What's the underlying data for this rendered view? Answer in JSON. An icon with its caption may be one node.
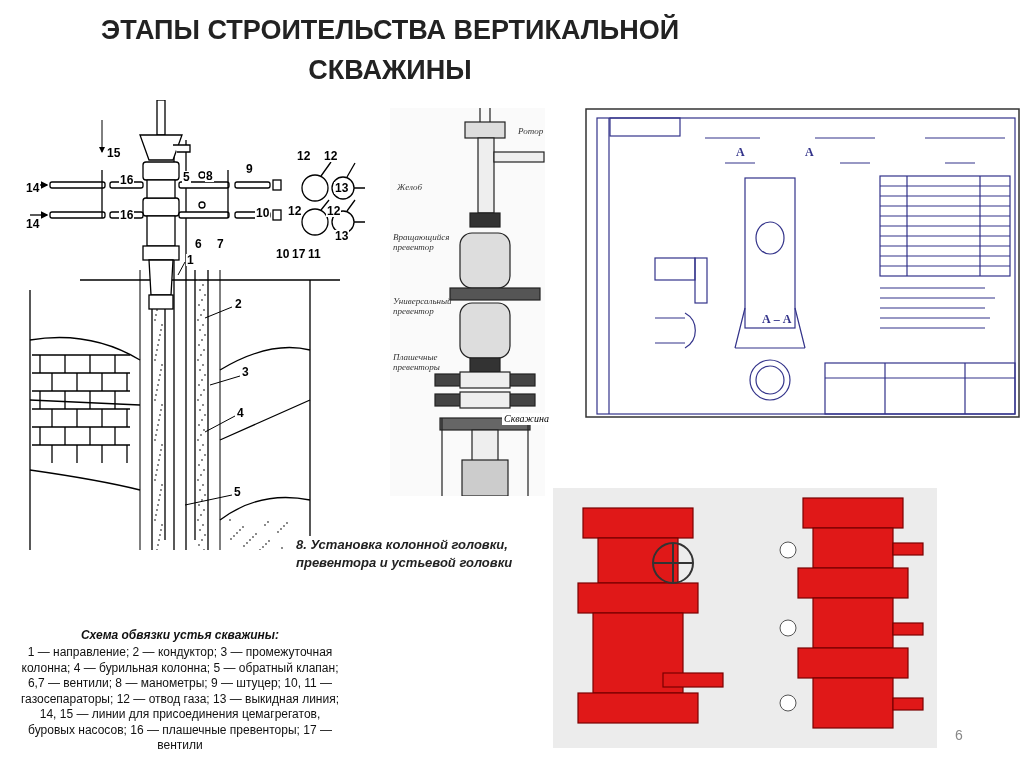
{
  "diagram": {
    "title": "ЭТАПЫ СТРОИТЕЛЬСТВА ВЕРТИКАЛЬНОЙ СКВАЖИНЫ",
    "labels": [
      "15",
      "16",
      "5",
      "8",
      "9",
      "12",
      "12",
      "14",
      "13",
      "16",
      "10",
      "12",
      "12",
      "14",
      "6",
      "7",
      "13",
      "10",
      "17",
      "11",
      "1",
      "2",
      "3",
      "4",
      "5",
      "Ротор",
      "Желоб",
      "Вращающийся превентор",
      "Универсальный превентор",
      "Плашечные превенторы",
      "Скважина",
      "А",
      "А",
      "А – А",
      "8. Установка колонной головки, превентора и устьевой головки",
      "Схема обвязки устья скважины:",
      "1 — направление; 2 — кондуктор; 3 — промежуточная колонна; 4 — бурильная колонна; 5 — обратный клапан; 6,7 — вентили; 8 — манометры; 9 — штуцер; 10, 11 — газосепараторы; 12 — отвод газа; 13 — выкидная линия; 14, 15 — линии для присоединения цемагрегатов, буровых насосов; 16 — плашечные превенторы; 17 — вентили",
      "6"
    ]
  }
}
